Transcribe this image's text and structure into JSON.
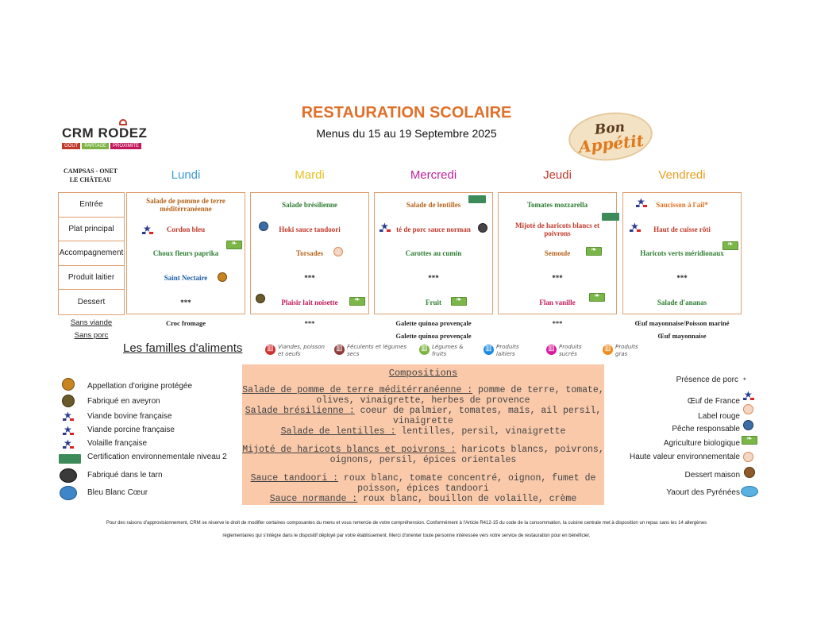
{
  "header": {
    "title": "RESTAURATION SCOLAIRE",
    "subtitle": "Menus du 15 au 19 Septembre 2025",
    "brand": "CRM RODEZ",
    "brand_tags": [
      "GOÛT",
      "PARTAGE",
      "PROXIMITÉ"
    ],
    "bon": "Bon",
    "appetit": "Appétit",
    "site": "CAMPSAS - ONET LE CHÂTEAU"
  },
  "rows": [
    "Entrée",
    "Plat principal",
    "Accompagnement",
    "Produit laitier",
    "Dessert"
  ],
  "days": [
    {
      "name": "Lundi",
      "color": "#3a9ad9",
      "items": [
        "Salade de pomme de terre méditérranéenne",
        "Cordon bleu",
        "Choux fleurs paprika",
        "Saint Nectaire",
        "***"
      ],
      "colors": [
        "#b5651d",
        "#c0392b",
        "#2e7d32",
        "#1f5fa8",
        "#222"
      ],
      "sans_viande": "Croc fromage",
      "sans_porc": ""
    },
    {
      "name": "Mardi",
      "color": "#e8c020",
      "items": [
        "Salade brésilienne",
        "Hoki sauce tandoori",
        "Torsades",
        "***",
        "Plaisir lait noisette"
      ],
      "colors": [
        "#2e7d32",
        "#c0392b",
        "#b5651d",
        "#222",
        "#c2185b"
      ],
      "sans_viande": "***",
      "sans_porc": ""
    },
    {
      "name": "Mercredi",
      "color": "#c0249c",
      "items": [
        "Salade de lentilles",
        "té de porc sauce norman",
        "Carottes au cumin",
        "***",
        "Fruit"
      ],
      "colors": [
        "#b5651d",
        "#c0392b",
        "#2e7d32",
        "#222",
        "#2e7d32"
      ],
      "sans_viande": "Galette quinoa provençale",
      "sans_porc": "Galette quinoa provençale"
    },
    {
      "name": "Jeudi",
      "color": "#c0392b",
      "items": [
        "Tomates mozzarella",
        "Mijoté de haricots blancs et poivrons",
        "Semoule",
        "***",
        "Flan vanille"
      ],
      "colors": [
        "#2e7d32",
        "#c0392b",
        "#b5651d",
        "#222",
        "#c2185b"
      ],
      "sans_viande": "***",
      "sans_porc": ""
    },
    {
      "name": "Vendredi",
      "color": "#e8a020",
      "items": [
        "Saucisson à l'ail*",
        "Haut de cuisse rôti",
        "Haricots verts méridionaux",
        "***",
        "Salade d'ananas"
      ],
      "colors": [
        "#e07020",
        "#c0392b",
        "#2e7d32",
        "#222",
        "#2e7d32"
      ],
      "sans_viande": "Œuf mayonnaise/Poisson mariné",
      "sans_porc": "Œuf mayonnaise"
    }
  ],
  "side": {
    "sans_viande": "Sans viande",
    "sans_porc": "Sans porc"
  },
  "familles": {
    "title": "Les familles d'aliments",
    "items": [
      {
        "label": "Viandes, poisson et oeufs",
        "color": "#d32f2f"
      },
      {
        "label": "Féculents et légumes secs",
        "color": "#8d3a3a"
      },
      {
        "label": "Légumes & fruits",
        "color": "#7cb342"
      },
      {
        "label": "Produits laitiers",
        "color": "#1e88e5"
      },
      {
        "label": "Produits sucrés",
        "color": "#d81b9b"
      },
      {
        "label": "Produits gras",
        "color": "#ef8a1e"
      }
    ]
  },
  "compositions": {
    "title": "Compositions",
    "entries": [
      {
        "name": "Salade de pomme de terre méditérranéenne :",
        "text": " pomme de terre, tomate, olives, vinaigrette, herbes de provence"
      },
      {
        "name": "Salade brésilienne :",
        "text": " coeur de palmier, tomates, maïs, ail persil, vinaigrette"
      },
      {
        "name": "Salade de lentilles :",
        "text": " lentilles, persil, vinaigrette"
      },
      {
        "name": "Mijoté de haricots blancs et poivrons :",
        "text": " haricots blancs, poivrons, oignons, persil, épices orientales"
      },
      {
        "name": "Sauce tandoori :",
        "text": " roux blanc, tomate concentré, oignon, fumet de poisson, épices tandoori"
      },
      {
        "name": "Sauce normande :",
        "text": " roux blanc, bouillon de volaille, crème"
      }
    ]
  },
  "legend_left": [
    {
      "label": "Appellation d'origine protégée",
      "icon": "aop-icon"
    },
    {
      "label": "Fabriqué en aveyron",
      "icon": "aveyron-icon"
    },
    {
      "label": "Viande bovine française",
      "icon": "bovine-icon"
    },
    {
      "label": "Viande porcine française",
      "icon": "porcine-icon"
    },
    {
      "label": "Volaille française",
      "icon": "volaille-icon"
    },
    {
      "label": "Certification environnementale niveau 2",
      "icon": "hve2-icon"
    },
    {
      "label": "Fabriqué dans le tarn",
      "icon": "tarn-icon"
    },
    {
      "label": "Bleu Blanc Cœur",
      "icon": "bbc-icon"
    }
  ],
  "legend_right": [
    {
      "label": "Présence de porc",
      "icon": "porc-star-icon",
      "symbol": "*"
    },
    {
      "label": "Œuf de France",
      "icon": "oeuf-icon"
    },
    {
      "label": "Label rouge",
      "icon": "label-rouge-icon"
    },
    {
      "label": "Pêche responsable",
      "icon": "peche-icon"
    },
    {
      "label": "Agriculture biologique",
      "icon": "bio-icon"
    },
    {
      "label": "Haute valeur environnementale",
      "icon": "hve-icon"
    },
    {
      "label": "Dessert maison",
      "icon": "dessert-icon"
    },
    {
      "label": "Yaourt des Pyrénées",
      "icon": "yaourt-icon"
    }
  ],
  "footer": [
    "Pour des raisons d'approvisionnement, CRM se réserve le droit de modifier certaines composantes du menu et vous remercie de votre compréhension. Conformément à l'Article R412-15 du code de la consommation, la cuisine centrale met à disposition un repas sans les 14 allergènes",
    "réglementaires qui s'intègre dans le dispositif déployé par votre établissement. Merci d'orienter toute personne intéressée vers votre service de restauration pour en bénéficier."
  ]
}
